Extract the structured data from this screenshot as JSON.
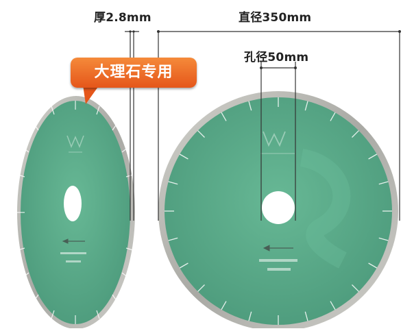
{
  "labels": {
    "thickness": "厚2.8mm",
    "diameter": "直径350mm",
    "bore": "孔径50mm",
    "callout": "大理石专用"
  },
  "colors": {
    "blade_green": "#5aab8a",
    "blade_green_dark": "#4c9a7b",
    "rim_gray": "#b9b9b4",
    "callout_orange": "#ee6e26",
    "dimension_line": "#333333"
  },
  "icons": {
    "logo": "w-logo-icon",
    "arrow": "rotation-direction-arrow-icon"
  }
}
